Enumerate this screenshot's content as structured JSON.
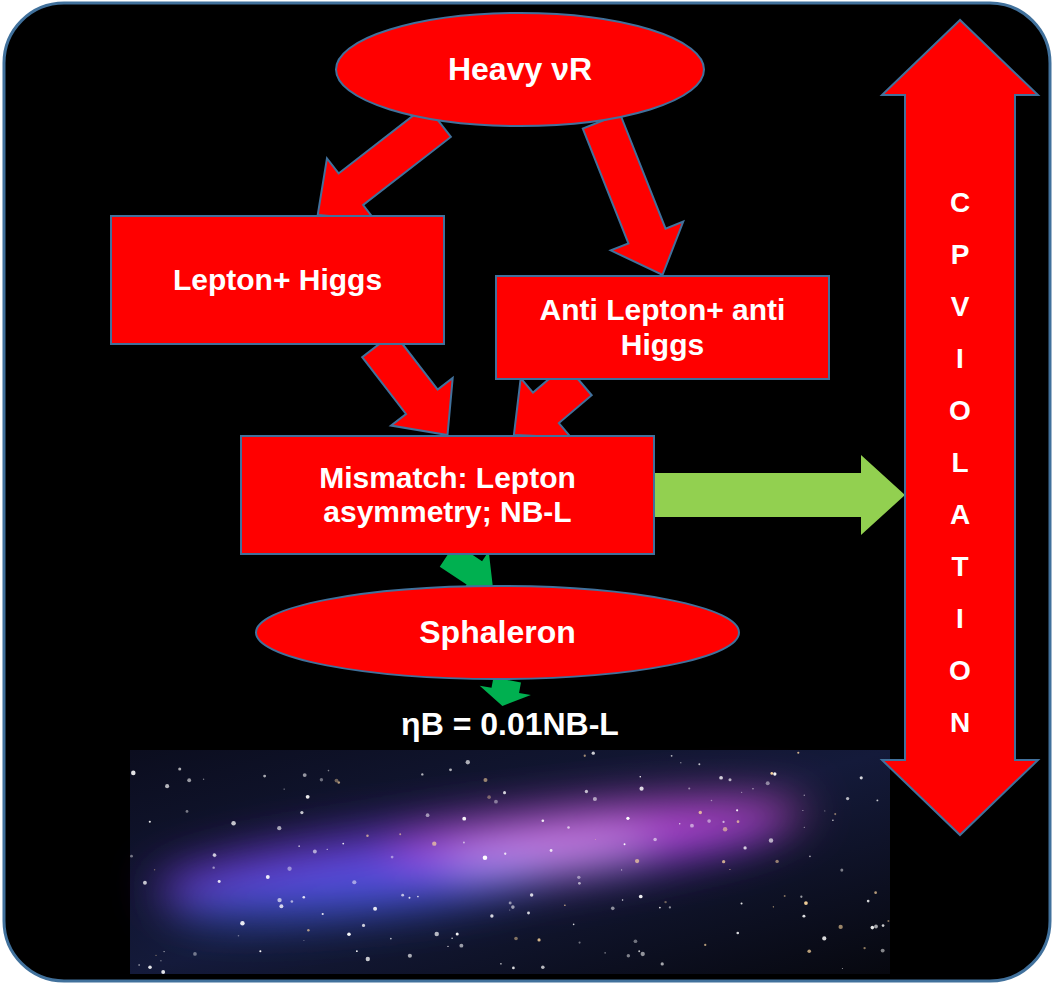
{
  "diagram": {
    "nodes": [
      {
        "text": [
          "Heavy νR"
        ]
      },
      {
        "text": [
          "Lepton+ Higgs"
        ]
      },
      {
        "text": [
          "Anti Lepton+ anti Higgs"
        ]
      },
      {
        "text": [
          "Mismatch: Lepton asymmetry; NB-L"
        ]
      },
      {
        "text": [
          "Sphaleron"
        ]
      },
      {
        "text": [
          "ηB = 0.01NB-L"
        ]
      },
      {
        "text": [
          "CPVIOLATION"
        ]
      }
    ],
    "edges": [
      {
        "from": 0,
        "to": 1,
        "arrow": "to"
      },
      {
        "from": 0,
        "to": 2,
        "arrow": "to"
      },
      {
        "from": 1,
        "to": 3,
        "arrow": "to"
      },
      {
        "from": 2,
        "to": 3,
        "arrow": "to"
      },
      {
        "from": 3,
        "to": 4,
        "arrow": "to"
      },
      {
        "from": 3,
        "to": 6,
        "arrow": "to"
      },
      {
        "from": 4,
        "to": 5,
        "arrow": "to"
      }
    ]
  }
}
